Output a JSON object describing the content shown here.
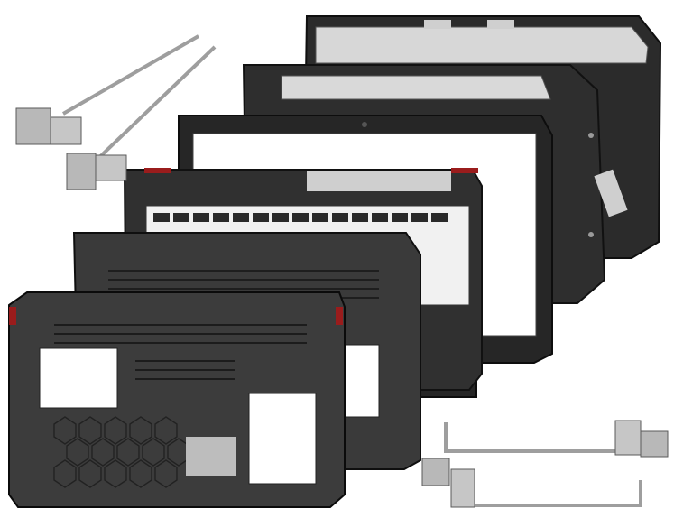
{
  "scene": {
    "background": "#ffffff",
    "shell_color": "#2a2a2a",
    "shell_edge": "#111111",
    "clip_color": "#cfcfcf",
    "hinge_color": "#b8b8b8",
    "accent_red": "#9a1c1c"
  },
  "parts": [
    {
      "name": "lcd-back-cover-rear",
      "label": ""
    },
    {
      "name": "lcd-back-cover-front",
      "label": ""
    },
    {
      "name": "lcd-front-bezel",
      "label": ""
    },
    {
      "name": "palmrest-top-case",
      "label": ""
    },
    {
      "name": "bottom-base-case",
      "label": ""
    },
    {
      "name": "bottom-base-case-front",
      "label": ""
    },
    {
      "name": "hinge-pair-top-left",
      "label": ""
    },
    {
      "name": "hinge-pair-bottom-right",
      "label": ""
    }
  ]
}
